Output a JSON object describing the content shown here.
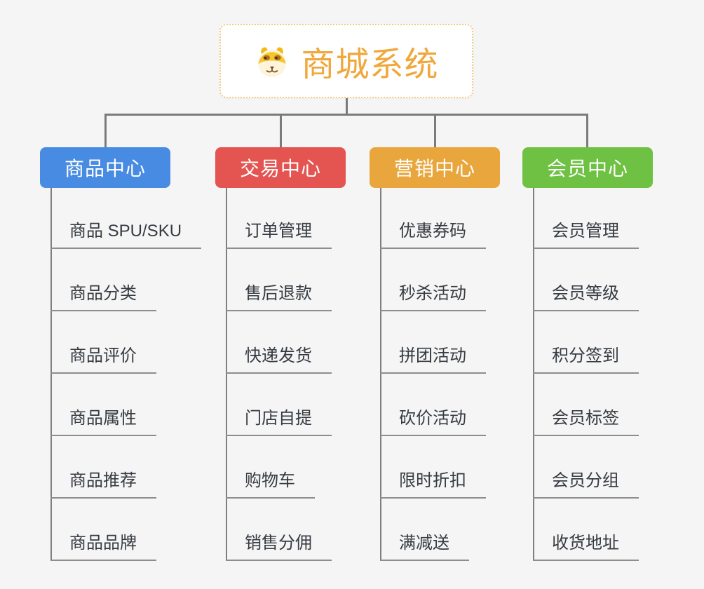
{
  "canvas": {
    "background": "#f5f5f5",
    "connector_color": "#7b7b7b",
    "leaf_line_color": "#8d8d8d"
  },
  "root": {
    "label": "商城系统",
    "icon": "shiba-dog-icon",
    "text_color": "#f0a83c",
    "border_color": "#f6c87e"
  },
  "branches": [
    {
      "label": "商品中心",
      "color": "#478be2",
      "items": [
        "商品 SPU/SKU",
        "商品分类",
        "商品评价",
        "商品属性",
        "商品推荐",
        "商品品牌"
      ]
    },
    {
      "label": "交易中心",
      "color": "#e45450",
      "items": [
        "订单管理",
        "售后退款",
        "快递发货",
        "门店自提",
        "购物车",
        "销售分佣"
      ]
    },
    {
      "label": "营销中心",
      "color": "#e8a63d",
      "items": [
        "优惠券码",
        "秒杀活动",
        "拼团活动",
        "砍价活动",
        "限时折扣",
        "满减送"
      ]
    },
    {
      "label": "会员中心",
      "color": "#6fc143",
      "items": [
        "会员管理",
        "会员等级",
        "积分签到",
        "会员标签",
        "会员分组",
        "收货地址"
      ]
    }
  ]
}
